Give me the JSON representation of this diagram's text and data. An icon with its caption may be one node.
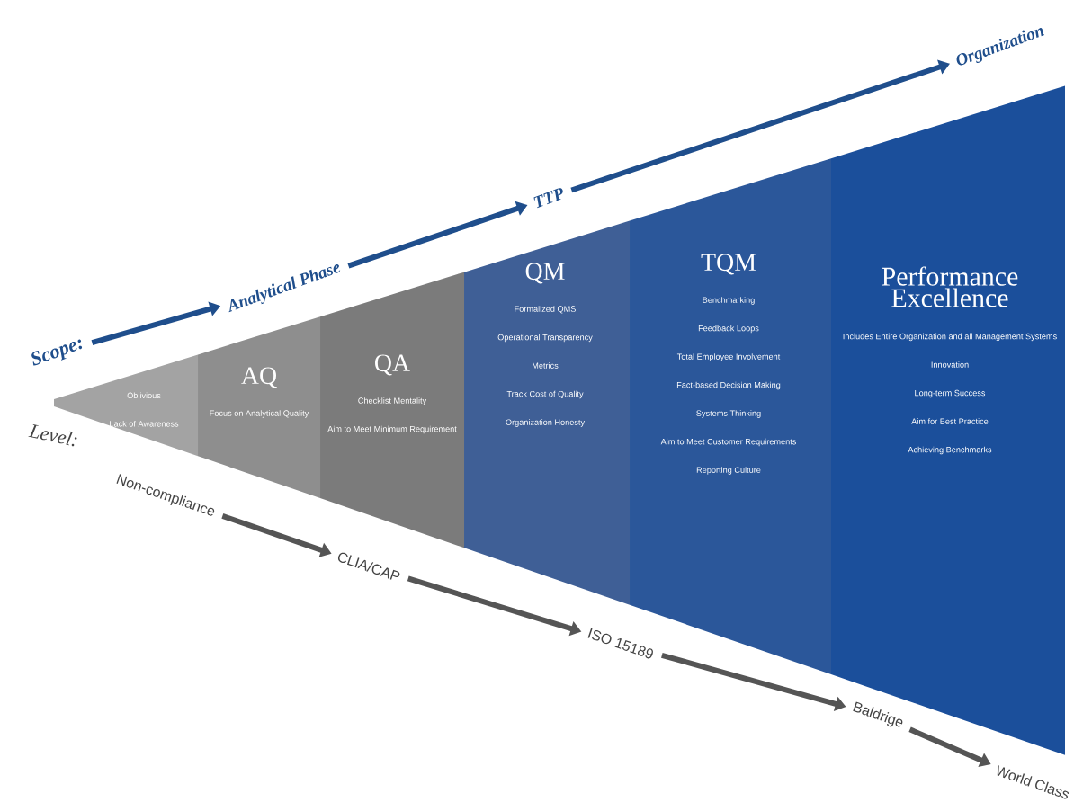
{
  "diagram": {
    "nodes": [
      {
        "text": [
          "Oblivious",
          "Lack of Awareness"
        ]
      },
      {
        "text": [
          "AQ",
          "Focus on Analytical Quality"
        ]
      },
      {
        "text": [
          "QA",
          "Checklist Mentality",
          "Aim to Meet Minimum Requirement"
        ]
      },
      {
        "text": [
          "QM",
          "Formalized QMS",
          "Operational Transparency",
          "Metrics",
          "Track Cost of Quality",
          "Organization Honesty"
        ]
      },
      {
        "text": [
          "TQM",
          "Benchmarking",
          "Feedback Loops",
          "Total Employee Involvement",
          "Fact-based Decision Making",
          "Systems Thinking",
          "Aim to Meet Customer Requirements",
          "Reporting Culture"
        ]
      },
      {
        "text": [
          "Performance Excellence",
          "Includes Entire Organization and all Management Systems",
          "Innovation",
          "Long-term Success",
          "Aim for Best Practice",
          "Achieving Benchmarks"
        ]
      },
      {
        "text": [
          "Scope:"
        ]
      },
      {
        "text": [
          "Analytical Phase"
        ]
      },
      {
        "text": [
          "TTP"
        ]
      },
      {
        "text": [
          "Organization"
        ]
      },
      {
        "text": [
          "Non-compliance"
        ]
      },
      {
        "text": [
          "CLIA/CAP"
        ]
      },
      {
        "text": [
          "ISO 15189"
        ]
      },
      {
        "text": [
          "Baldrige"
        ]
      },
      {
        "text": [
          "World Class"
        ]
      }
    ],
    "edges": [
      {
        "from": 6,
        "to": 7,
        "arrow": "to",
        "color": "#1f4e8c"
      },
      {
        "from": 7,
        "to": 8,
        "arrow": "to",
        "color": "#1f4e8c"
      },
      {
        "from": 8,
        "to": 9,
        "arrow": "to",
        "color": "#1f4e8c"
      },
      {
        "from": 10,
        "to": 11,
        "arrow": "to"
      },
      {
        "from": 11,
        "to": 12,
        "arrow": "to"
      },
      {
        "from": 12,
        "to": 13,
        "arrow": "to"
      },
      {
        "from": 13,
        "to": 14,
        "arrow": "to"
      }
    ],
    "labels": [
      "Level:"
    ]
  }
}
